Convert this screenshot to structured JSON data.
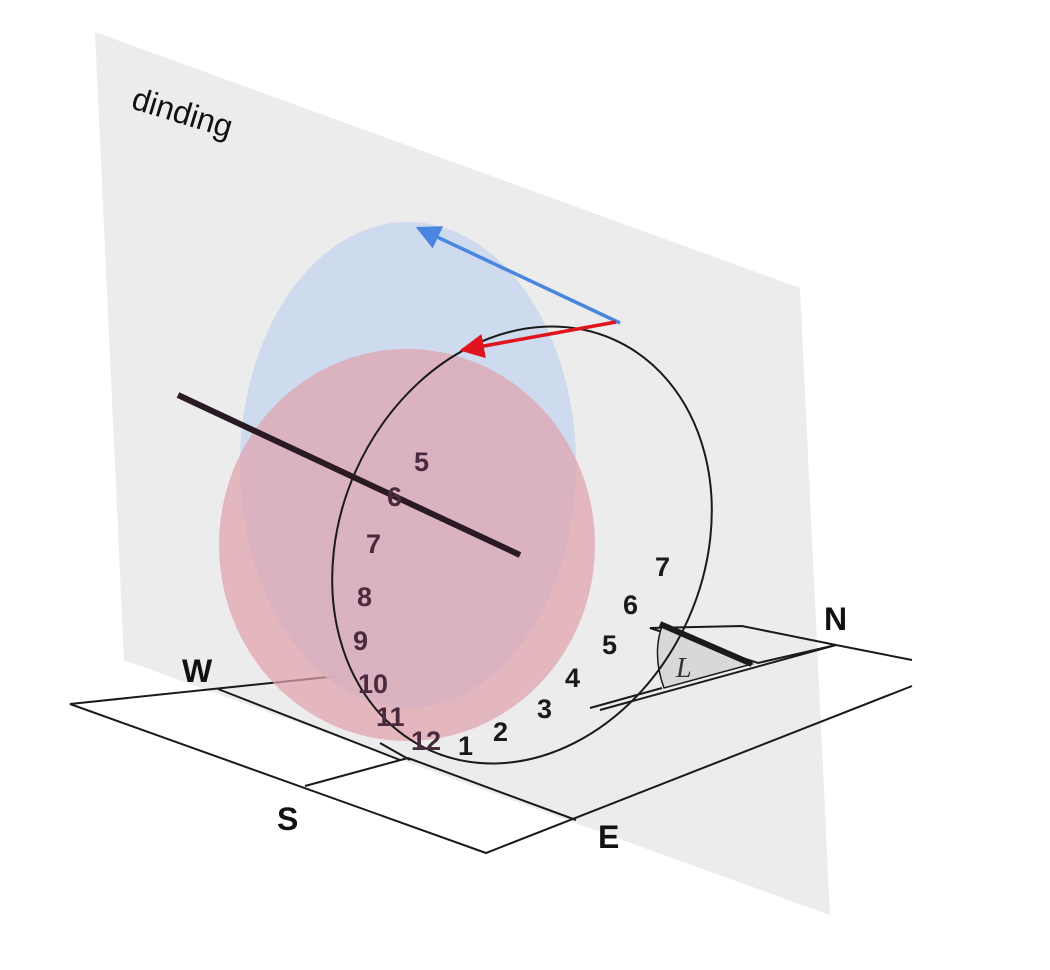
{
  "plane": {
    "label": "dinding"
  },
  "compass": {
    "west": "W",
    "south": "S",
    "east": "E",
    "north": "N"
  },
  "angle": {
    "label": "L"
  },
  "hours": {
    "front_arc": [
      "1",
      "2",
      "3",
      "4",
      "5",
      "6",
      "7"
    ],
    "inside": [
      "5",
      "6",
      "7",
      "8",
      "9",
      "10",
      "11",
      "12"
    ]
  },
  "colors": {
    "plane_fill": "#ebebeb",
    "blue_disc": "#c9d7ee",
    "red_disc": "#e3a5b0",
    "blue_arrow": "#4a86e0",
    "red_arrow": "#e0141e",
    "line": "#1a1a1a"
  }
}
